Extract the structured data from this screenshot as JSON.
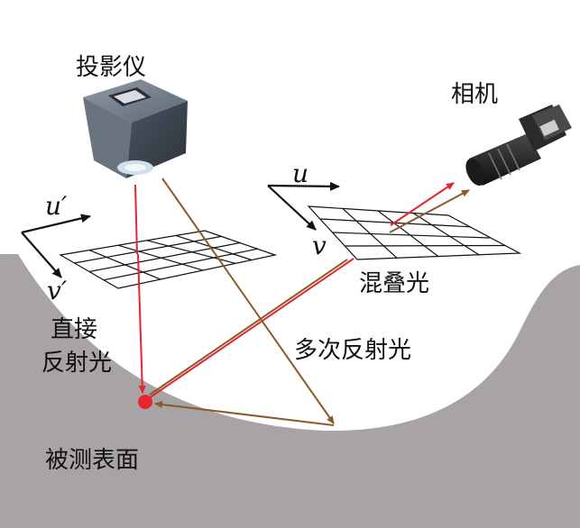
{
  "labels": {
    "projector": "投影仪",
    "camera": "相机",
    "mixed_light": "混叠光",
    "direct_light_line1": "直接",
    "direct_light_line2": "反射光",
    "multi_reflection": "多次反射光",
    "surface": "被测表面"
  },
  "axes": {
    "projector_u": "u′",
    "projector_v": "v′",
    "camera_u": "u",
    "camera_v": "v"
  },
  "colors": {
    "surface": "#a7a3a6",
    "direct_ray": "#e5262d",
    "indirect_ray": "#8a5a2b",
    "grid": "#111111"
  }
}
